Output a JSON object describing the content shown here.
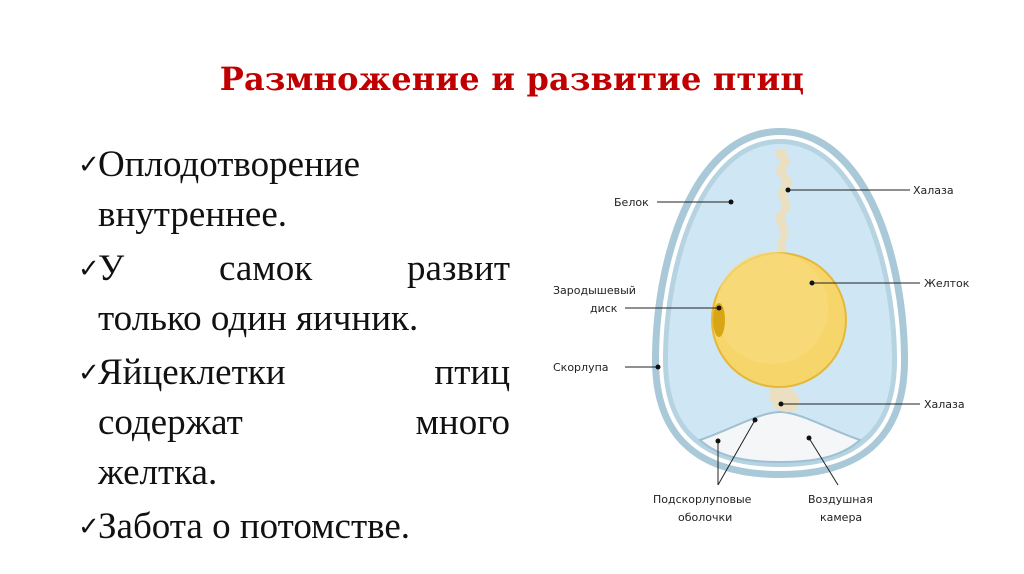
{
  "slide": {
    "title": "Размножение и развитие птиц",
    "title_color": "#c00000"
  },
  "bullets": [
    {
      "lines": [
        "Оплодотворение",
        "внутреннее."
      ]
    },
    {
      "lines": [
        "У самок развит",
        "только один яичник."
      ]
    },
    {
      "lines": [
        "Яйцеклетки птиц",
        "содержат много",
        "желтка."
      ]
    },
    {
      "lines": [
        "Забота о потомстве."
      ]
    }
  ],
  "bullet_icon": "checkmark-icon",
  "check_glyph": "✓",
  "diagram": {
    "labels": {
      "albumen": "Белок",
      "chalaza_top": "Халаза",
      "germinal_disc_1": "Зародышевый",
      "germinal_disc_2": "диск",
      "yolk": "Желток",
      "shell": "Скорлупа",
      "chalaza_bottom": "Халаза",
      "membranes_1": "Подскорлуповые",
      "membranes_2": "оболочки",
      "air_cell_1": "Воздушная",
      "air_cell_2": "камера"
    },
    "colors": {
      "shell": "#a9c8d8",
      "albumen": "#cfe6f5",
      "yolk": "#f6d56a",
      "yolk_edge": "#e5b83a",
      "germinal_disc": "#d9a514",
      "chalaza": "#eadfc0",
      "air_cell": "#f4f6f8"
    }
  }
}
